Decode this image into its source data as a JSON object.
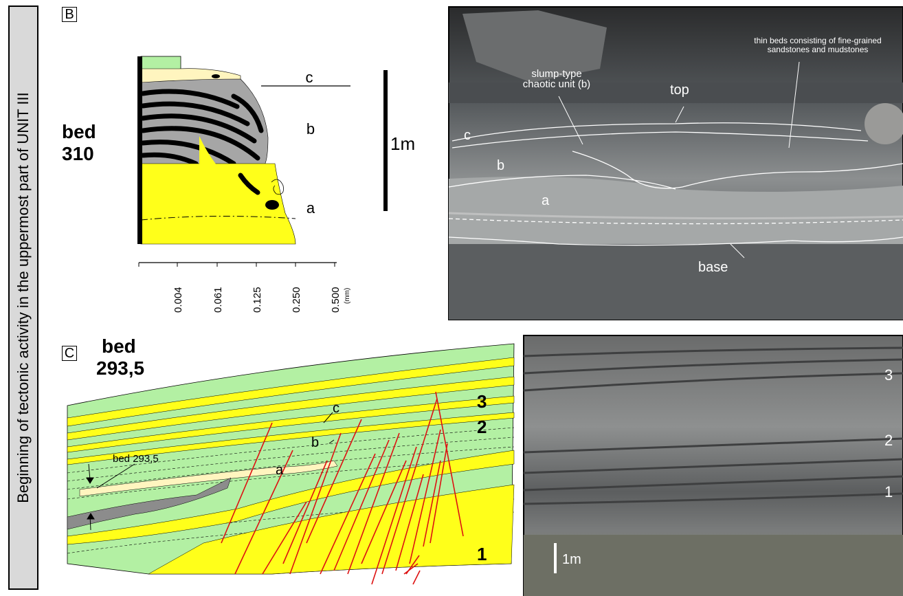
{
  "side_title": "Beginning of tectonic activity in the uppermost part of UNIT III",
  "panel_b": {
    "letter": "B",
    "bed_label_1": "bed",
    "bed_label_2": "310",
    "unit_labels": {
      "c": "c",
      "b": "b",
      "a": "a"
    },
    "scale_label": "1m",
    "grain_ticks": [
      "0.004",
      "0.061",
      "0.125",
      "0.250",
      "0.500"
    ],
    "grain_unit": "(mm)"
  },
  "photo_b": {
    "annotation_thin_beds": [
      "thin beds consisting of fine-grained",
      "sandstones and mudstones"
    ],
    "annotation_slump": [
      "slump-type",
      "chaotic unit (b)"
    ],
    "label_top": "top",
    "label_base": "base",
    "label_a": "a",
    "label_b": "b",
    "label_c": "c"
  },
  "panel_c": {
    "letter": "C",
    "bed_label_1": "bed",
    "bed_label_2": "293,5",
    "annotation_bed": "bed 293,5",
    "labels": {
      "a": "a",
      "b": "b",
      "c": "c",
      "n1": "1",
      "n2": "2",
      "n3": "3"
    }
  },
  "photo_c": {
    "labels": {
      "n1": "1",
      "n2": "2",
      "n3": "3"
    },
    "scale_label": "1m"
  },
  "colors": {
    "sandstone": "#ffff1a",
    "mudstone": "#b3f0a3",
    "pale": "#fff5bf",
    "grey": "#a6a6a6",
    "fault": "#dd1111"
  }
}
